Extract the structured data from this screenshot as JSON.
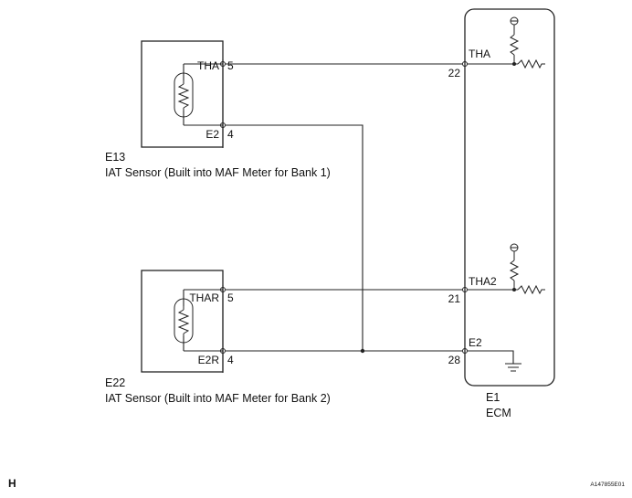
{
  "sensors": [
    {
      "id": "E13",
      "description": "IAT Sensor (Built into MAF Meter for Bank 1)",
      "signal_pin": {
        "name": "THA",
        "number": "5"
      },
      "ground_pin": {
        "name": "E2",
        "number": "4"
      }
    },
    {
      "id": "E22",
      "description": "IAT Sensor (Built into MAF Meter for Bank 2)",
      "signal_pin": {
        "name": "THAR",
        "number": "5"
      },
      "ground_pin": {
        "name": "E2R",
        "number": "4"
      }
    }
  ],
  "ecm": {
    "connector": "E1",
    "name": "ECM",
    "pins": [
      {
        "number": "22",
        "name": "THA"
      },
      {
        "number": "21",
        "name": "THA2"
      },
      {
        "number": "28",
        "name": "E2"
      }
    ]
  },
  "footer": {
    "left": "H",
    "right": "A147855E01"
  }
}
